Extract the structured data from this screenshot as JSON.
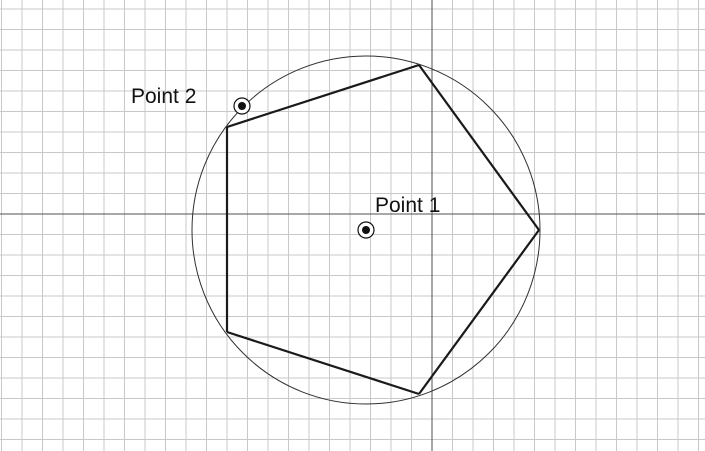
{
  "diagram": {
    "background_color": "#ffffff",
    "grid_color": "#c8c8c8",
    "axis_color": "#505050",
    "shape_color": "#1a1a1a",
    "polygon": {
      "sides": 5,
      "inscribed_in_circle": true
    },
    "points": [
      {
        "id": "point-1",
        "label": "Point 1",
        "role": "center"
      },
      {
        "id": "point-2",
        "label": "Point 2",
        "role": "radius"
      }
    ]
  }
}
